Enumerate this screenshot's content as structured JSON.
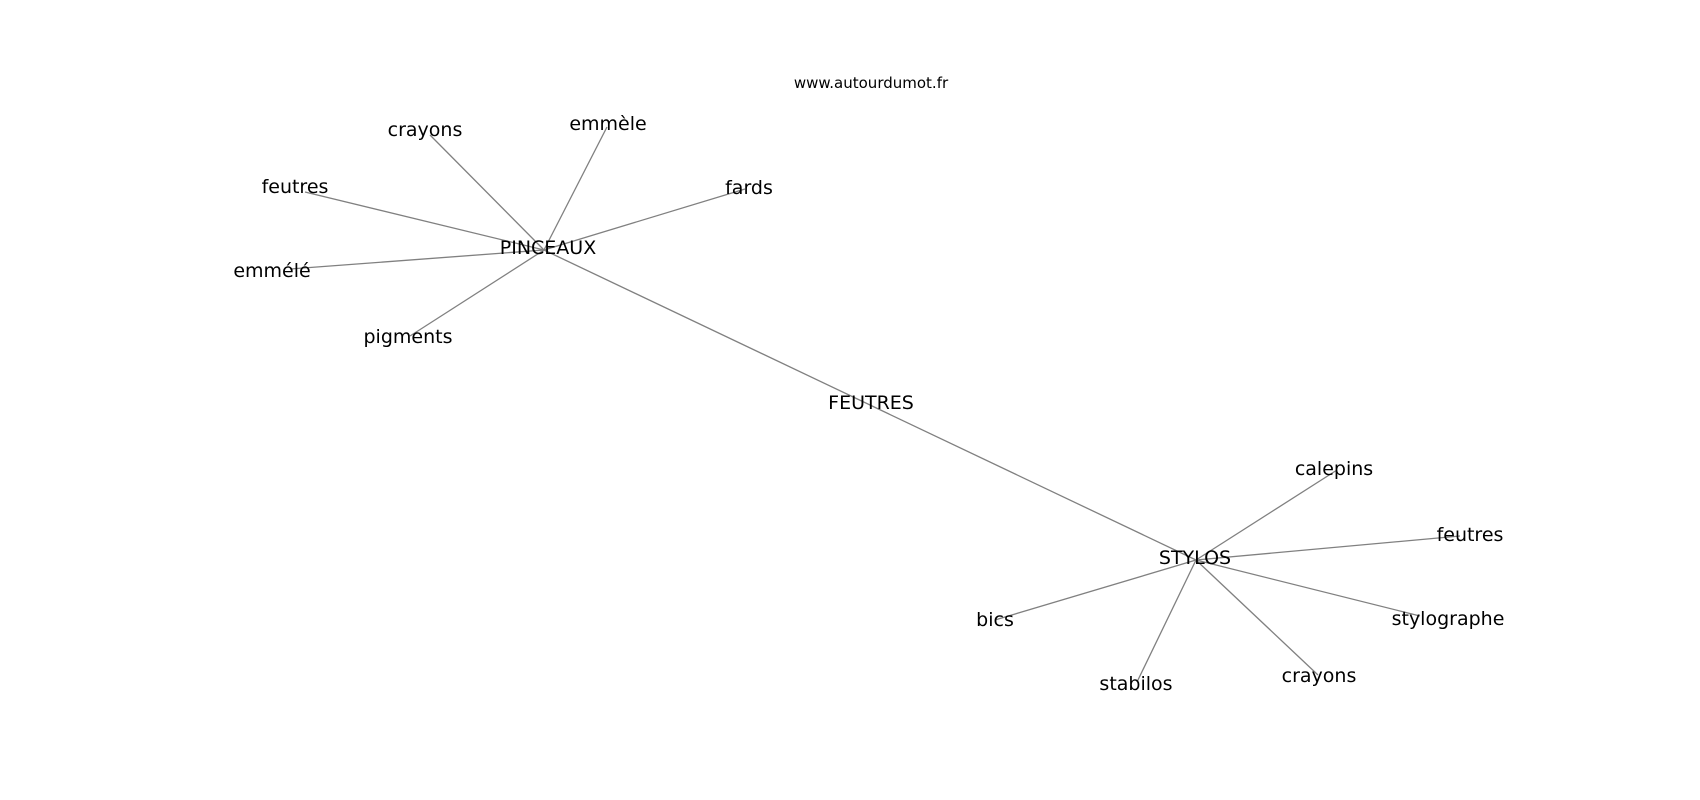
{
  "source": "www.autourdumot.fr",
  "center": "FEUTRES",
  "hubs": [
    {
      "label": "PINCEAUX",
      "leaves": [
        "crayons",
        "emmèle",
        "feutres",
        "fards",
        "emmélé",
        "pigments"
      ]
    },
    {
      "label": "STYLOS",
      "leaves": [
        "calepins",
        "feutres",
        "bics",
        "stylographe",
        "stabilos",
        "crayons"
      ]
    }
  ]
}
